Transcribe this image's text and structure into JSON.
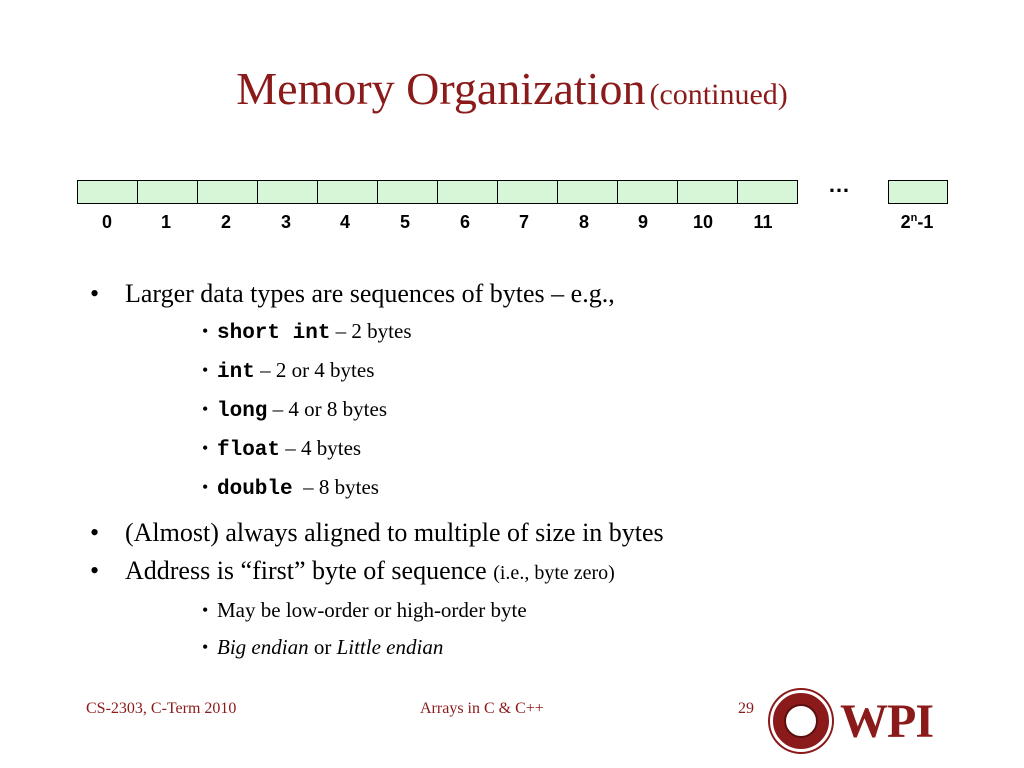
{
  "slide": {
    "title": "Memory Organization",
    "title_suffix": "(continued)"
  },
  "memory": {
    "indices": [
      "0",
      "1",
      "2",
      "3",
      "4",
      "5",
      "6",
      "7",
      "8",
      "9",
      "10",
      "11"
    ],
    "ellipsis": "…",
    "last_base": "2",
    "last_exp": "n",
    "last_tail": "-1",
    "cell_color": "#d7f5d7"
  },
  "bullets": {
    "b1": "Larger data types are sequences of bytes – e.g.,",
    "types": [
      {
        "code": "short int",
        "desc": " – 2 bytes"
      },
      {
        "code": "int",
        "desc": " – 2 or 4 bytes"
      },
      {
        "code": "long",
        "desc": " – 4 or 8 bytes"
      },
      {
        "code": "float",
        "desc": " – 4 bytes"
      },
      {
        "code": "double",
        "desc": "  – 8 bytes"
      }
    ],
    "b2": "(Almost) always aligned to multiple of size in bytes",
    "b3": "Address is “first” byte of sequence",
    "b3_small": "(i.e., byte zero)",
    "sub1": "May be low-order or high-order byte",
    "sub2_a": "Big endian",
    "sub2_or": " or ",
    "sub2_b": "Little endian"
  },
  "footer": {
    "left": "CS-2303, C-Term 2010",
    "center": "Arrays in C & C++",
    "page": "29",
    "logo_text": "WPI"
  },
  "colors": {
    "accent": "#8b1a1a"
  }
}
